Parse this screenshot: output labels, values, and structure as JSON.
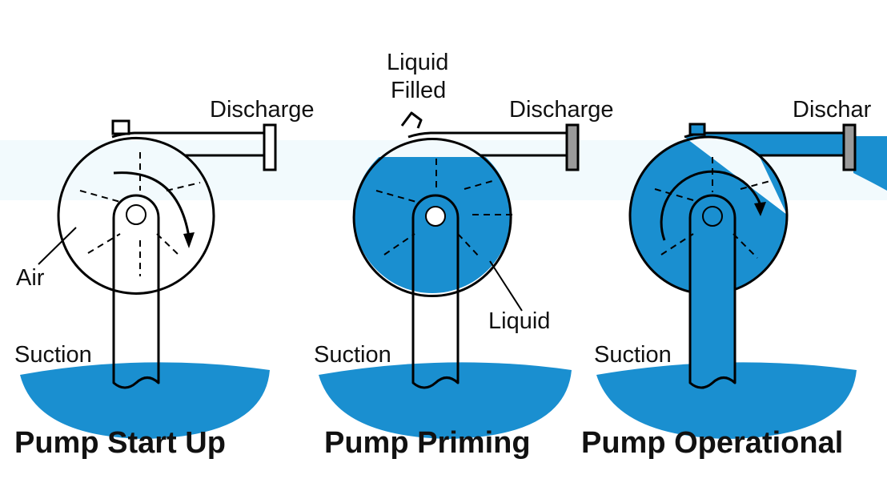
{
  "colors": {
    "liquid": "#1a8fd0",
    "outline": "#000000",
    "flange_fill": "#9a9a9a",
    "background_tint": "#eaf6fb"
  },
  "panels": [
    {
      "title": "Pump Start Up",
      "labels": {
        "discharge": "Discharge",
        "suction": "Suction",
        "air": "Air"
      }
    },
    {
      "title": "Pump Priming",
      "labels": {
        "discharge": "Discharge",
        "suction": "Suction",
        "liquid_filled": [
          "Liquid",
          "Filled"
        ],
        "liquid": "Liquid"
      }
    },
    {
      "title": "Pump Operational",
      "labels": {
        "discharge": "Dischar",
        "suction": "Suction"
      }
    }
  ]
}
